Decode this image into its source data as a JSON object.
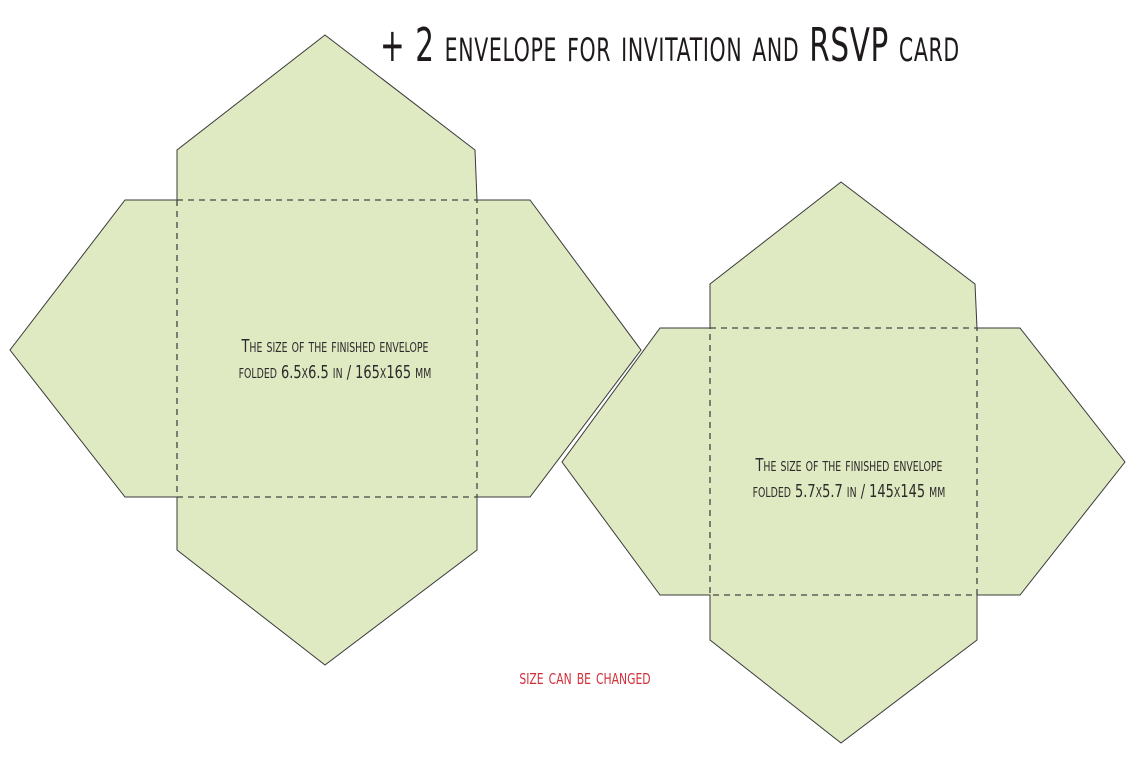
{
  "header": {
    "title": "+ 2 envelope for invitation and RSVP card"
  },
  "colors": {
    "paper": "#dfeac2",
    "outline": "#3a3a3a",
    "fold_line": "#444444",
    "note": "#d0303a",
    "text": "#2c2a2a"
  },
  "envelopes": [
    {
      "line1": "The size of the finished envelope",
      "line2": "folded 6.5x6.5 in /  165x165 mm"
    },
    {
      "line1": "The size of the finished envelope",
      "line2": "folded 5.7x5.7 in /  145x145 mm"
    }
  ],
  "note": "size can be changed"
}
